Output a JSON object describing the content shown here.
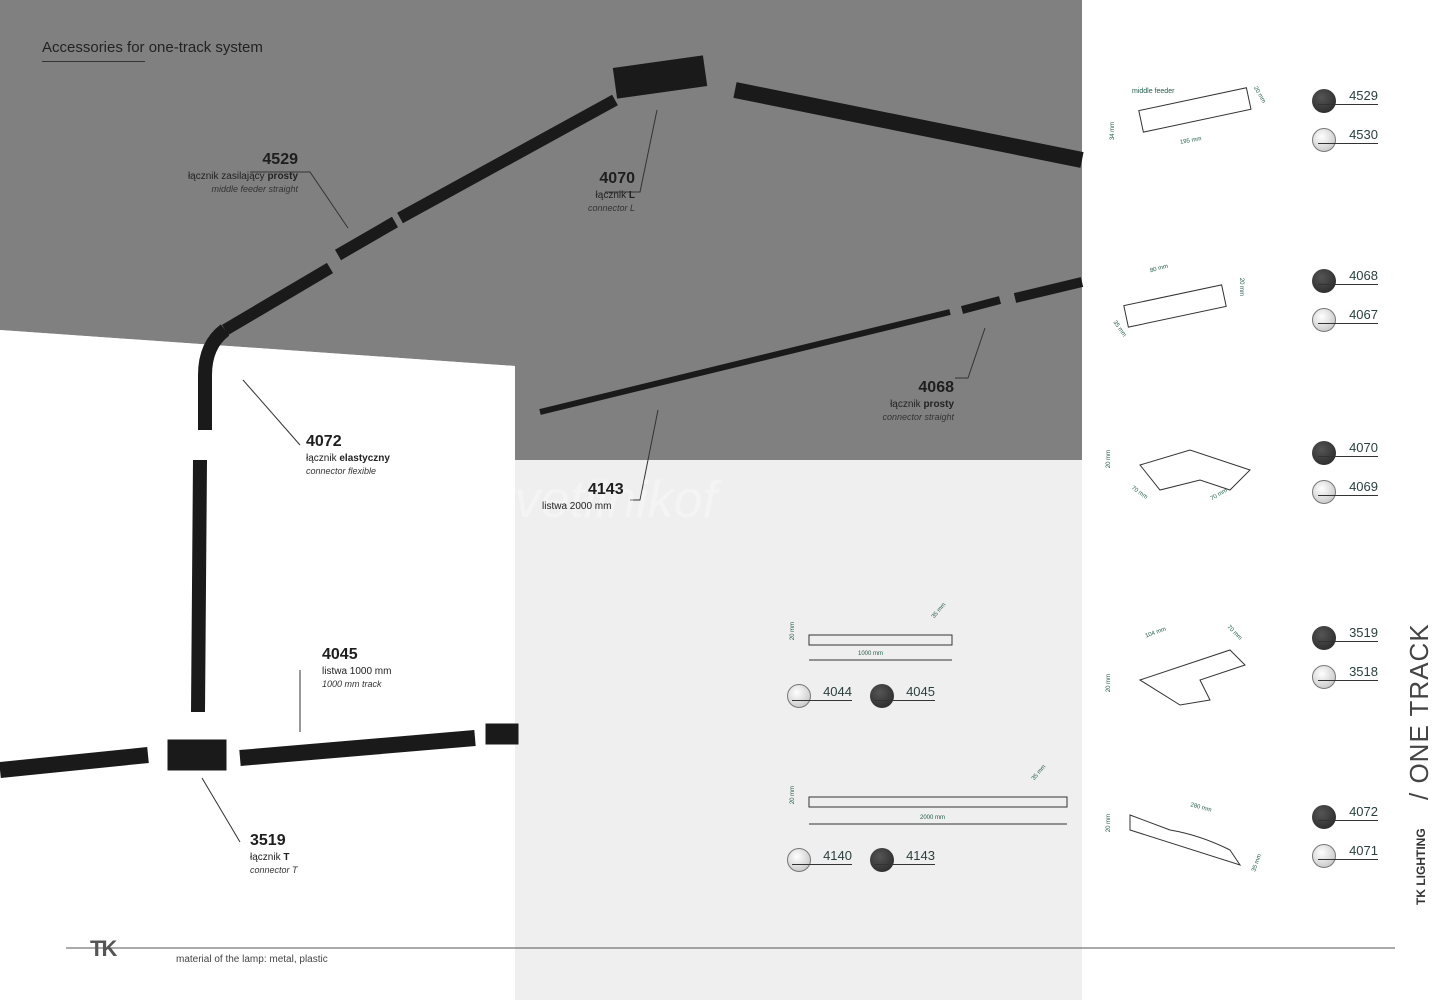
{
  "title": "Accessories for one-track system",
  "callouts": [
    {
      "code": "4529",
      "pl": "łącznik zasilający ",
      "pl_bold": "prosty",
      "en": "middle feeder straight"
    },
    {
      "code": "4070",
      "pl": "łącznik ",
      "pl_bold": "L",
      "en": "connector L"
    },
    {
      "code": "4068",
      "pl": "łącznik ",
      "pl_bold": "prosty",
      "en": "connector straight"
    },
    {
      "code": "4072",
      "pl": "łącznik ",
      "pl_bold": "elastyczny",
      "en": "connector flexible"
    },
    {
      "code": "4143",
      "pl": "listwa 2000 mm",
      "pl_bold": "",
      "en": ""
    },
    {
      "code": "4045",
      "pl": "listwa 1000 mm",
      "pl_bold": "",
      "en": "1000 mm track"
    },
    {
      "code": "3519",
      "pl": "łącznik ",
      "pl_bold": "T",
      "en": "connector T"
    }
  ],
  "tracks": [
    {
      "dims": {
        "h": "20 mm",
        "w": "35 mm",
        "len": "1000 mm"
      },
      "variants": [
        {
          "code": "4044",
          "color": "white"
        },
        {
          "code": "4045",
          "color": "black"
        }
      ]
    },
    {
      "dims": {
        "h": "20 mm",
        "w": "35 mm",
        "len": "2000 mm"
      },
      "variants": [
        {
          "code": "4140",
          "color": "white"
        },
        {
          "code": "4143",
          "color": "black"
        }
      ]
    }
  ],
  "products": [
    {
      "caption": "middle feeder",
      "dims": [
        "34 mm",
        "195 mm",
        "20 mm"
      ],
      "variants": [
        {
          "code": "4529",
          "color": "black"
        },
        {
          "code": "4530",
          "color": "white"
        }
      ]
    },
    {
      "caption": "",
      "dims": [
        "80 mm",
        "20 mm",
        "35 mm"
      ],
      "variants": [
        {
          "code": "4068",
          "color": "black"
        },
        {
          "code": "4067",
          "color": "white"
        }
      ]
    },
    {
      "caption": "",
      "dims": [
        "20 mm",
        "70 mm",
        "70 mm"
      ],
      "variants": [
        {
          "code": "4070",
          "color": "black"
        },
        {
          "code": "4069",
          "color": "white"
        }
      ]
    },
    {
      "caption": "",
      "dims": [
        "104 mm",
        "70 mm",
        "20 mm"
      ],
      "variants": [
        {
          "code": "3519",
          "color": "black"
        },
        {
          "code": "3518",
          "color": "white"
        }
      ]
    },
    {
      "caption": "",
      "dims": [
        "280 mm",
        "20 mm",
        "35 mm"
      ],
      "variants": [
        {
          "code": "4072",
          "color": "black"
        },
        {
          "code": "4071",
          "color": "white"
        }
      ]
    }
  ],
  "side_title": "/ ONE TRACK",
  "brand": "TK LIGHTING",
  "footer": {
    "logo": "TK",
    "material": "material of the lamp: metal, plastic"
  },
  "watermark": "Svetilnikof",
  "colors": {
    "ceiling": "#808080",
    "wall": "#ffffff",
    "floor": "#efefef",
    "track": "#1a1a1a"
  }
}
